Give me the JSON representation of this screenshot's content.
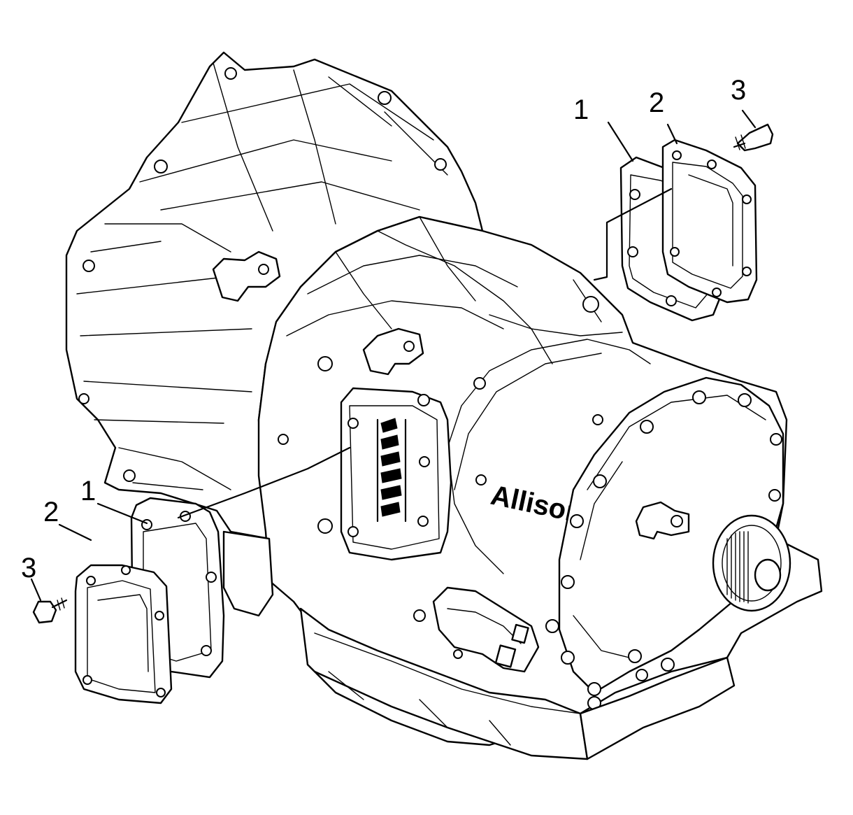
{
  "callouts": {
    "right_gasket": "1",
    "right_cover": "2",
    "right_bolt": "3",
    "left_gasket": "1",
    "left_cover": "2",
    "left_bolt": "3"
  },
  "housing_text": "Allison"
}
